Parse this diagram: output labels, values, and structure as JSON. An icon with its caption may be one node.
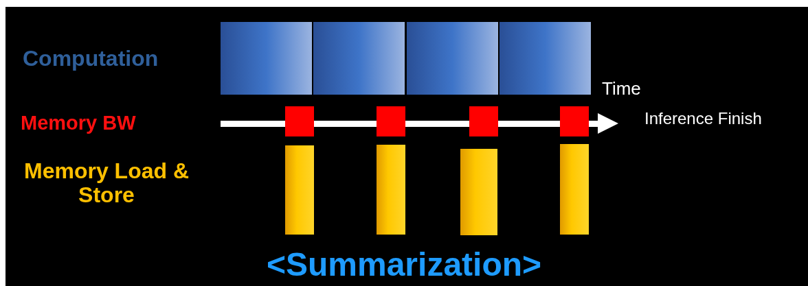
{
  "diagram": {
    "caption": "<Summarization>",
    "labels": [
      "Computation",
      "Time",
      "Memory BW",
      "Inference Finish",
      "Memory Load & Store"
    ]
  }
}
